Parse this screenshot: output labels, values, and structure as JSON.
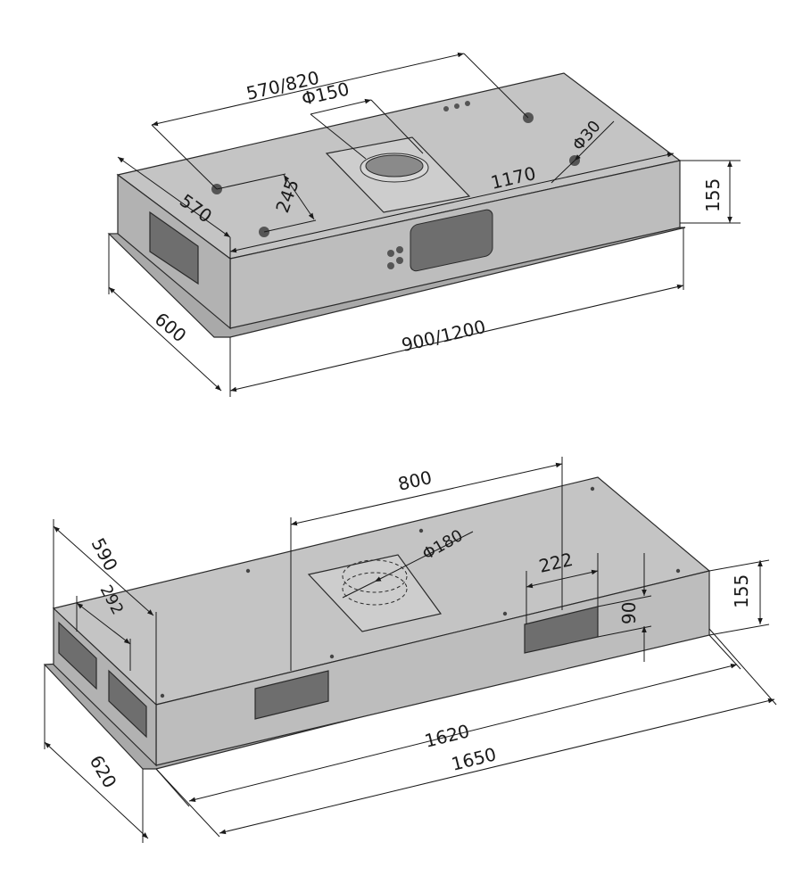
{
  "top_unit": {
    "labels": {
      "width_options": "900/1200",
      "depth": "600",
      "height": "155",
      "top_depth": "570",
      "top_width_options": "570/820",
      "duct_diameter": "Φ150",
      "hole_spacing": "245",
      "inner_length": "1170",
      "hole_diameter": "Φ30"
    }
  },
  "bottom_unit": {
    "labels": {
      "width_inner": "1620",
      "width_outer": "1650",
      "depth_outer": "620",
      "depth_top": "590",
      "side_spacing": "292",
      "center_distance": "800",
      "duct_diameter": "Φ180",
      "vent_width": "222",
      "vent_height": "90",
      "height": "155"
    }
  },
  "colors": {
    "body_top": "#c4c4c4",
    "body_front": "#bdbdbd",
    "body_side": "#b2b2b2",
    "vent": "#6e6e6e",
    "line": "#1a1a1a"
  }
}
